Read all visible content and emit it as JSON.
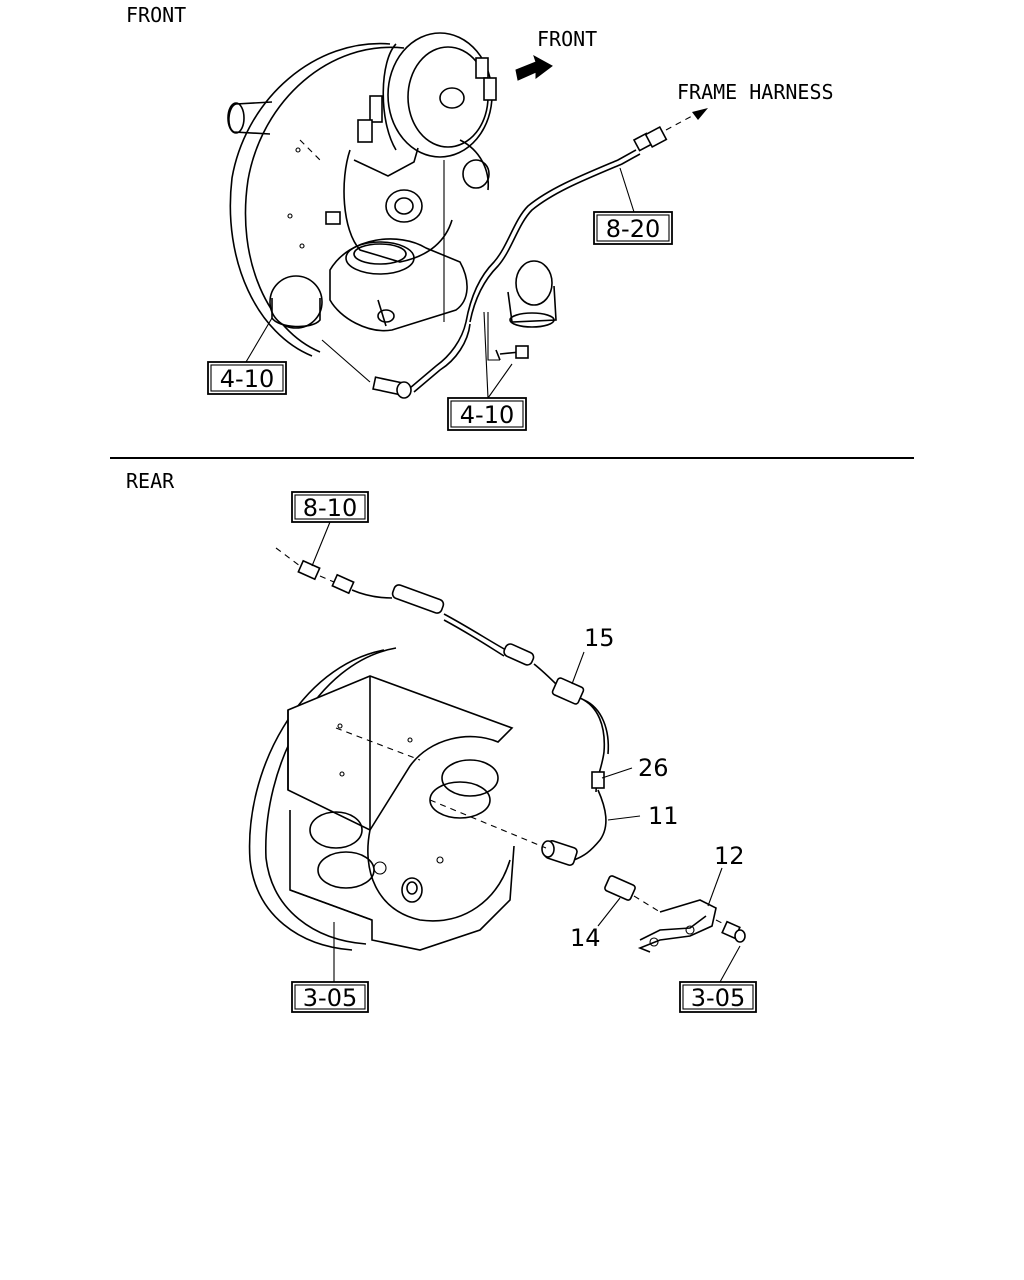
{
  "front": {
    "section_label": "FRONT",
    "direction_label": "FRONT",
    "harness_label": "FRAME HARNESS",
    "refs": {
      "harness_ref": "8-20",
      "left_ref": "4-10",
      "bottom_ref": "4-10"
    }
  },
  "rear": {
    "section_label": "REAR",
    "refs": {
      "harness_ref": "8-10",
      "drum_ref": "3-05",
      "bracket_ref": "3-05"
    },
    "parts": {
      "p15": "15",
      "p26": "26",
      "p11": "11",
      "p12": "12",
      "p14": "14"
    }
  }
}
